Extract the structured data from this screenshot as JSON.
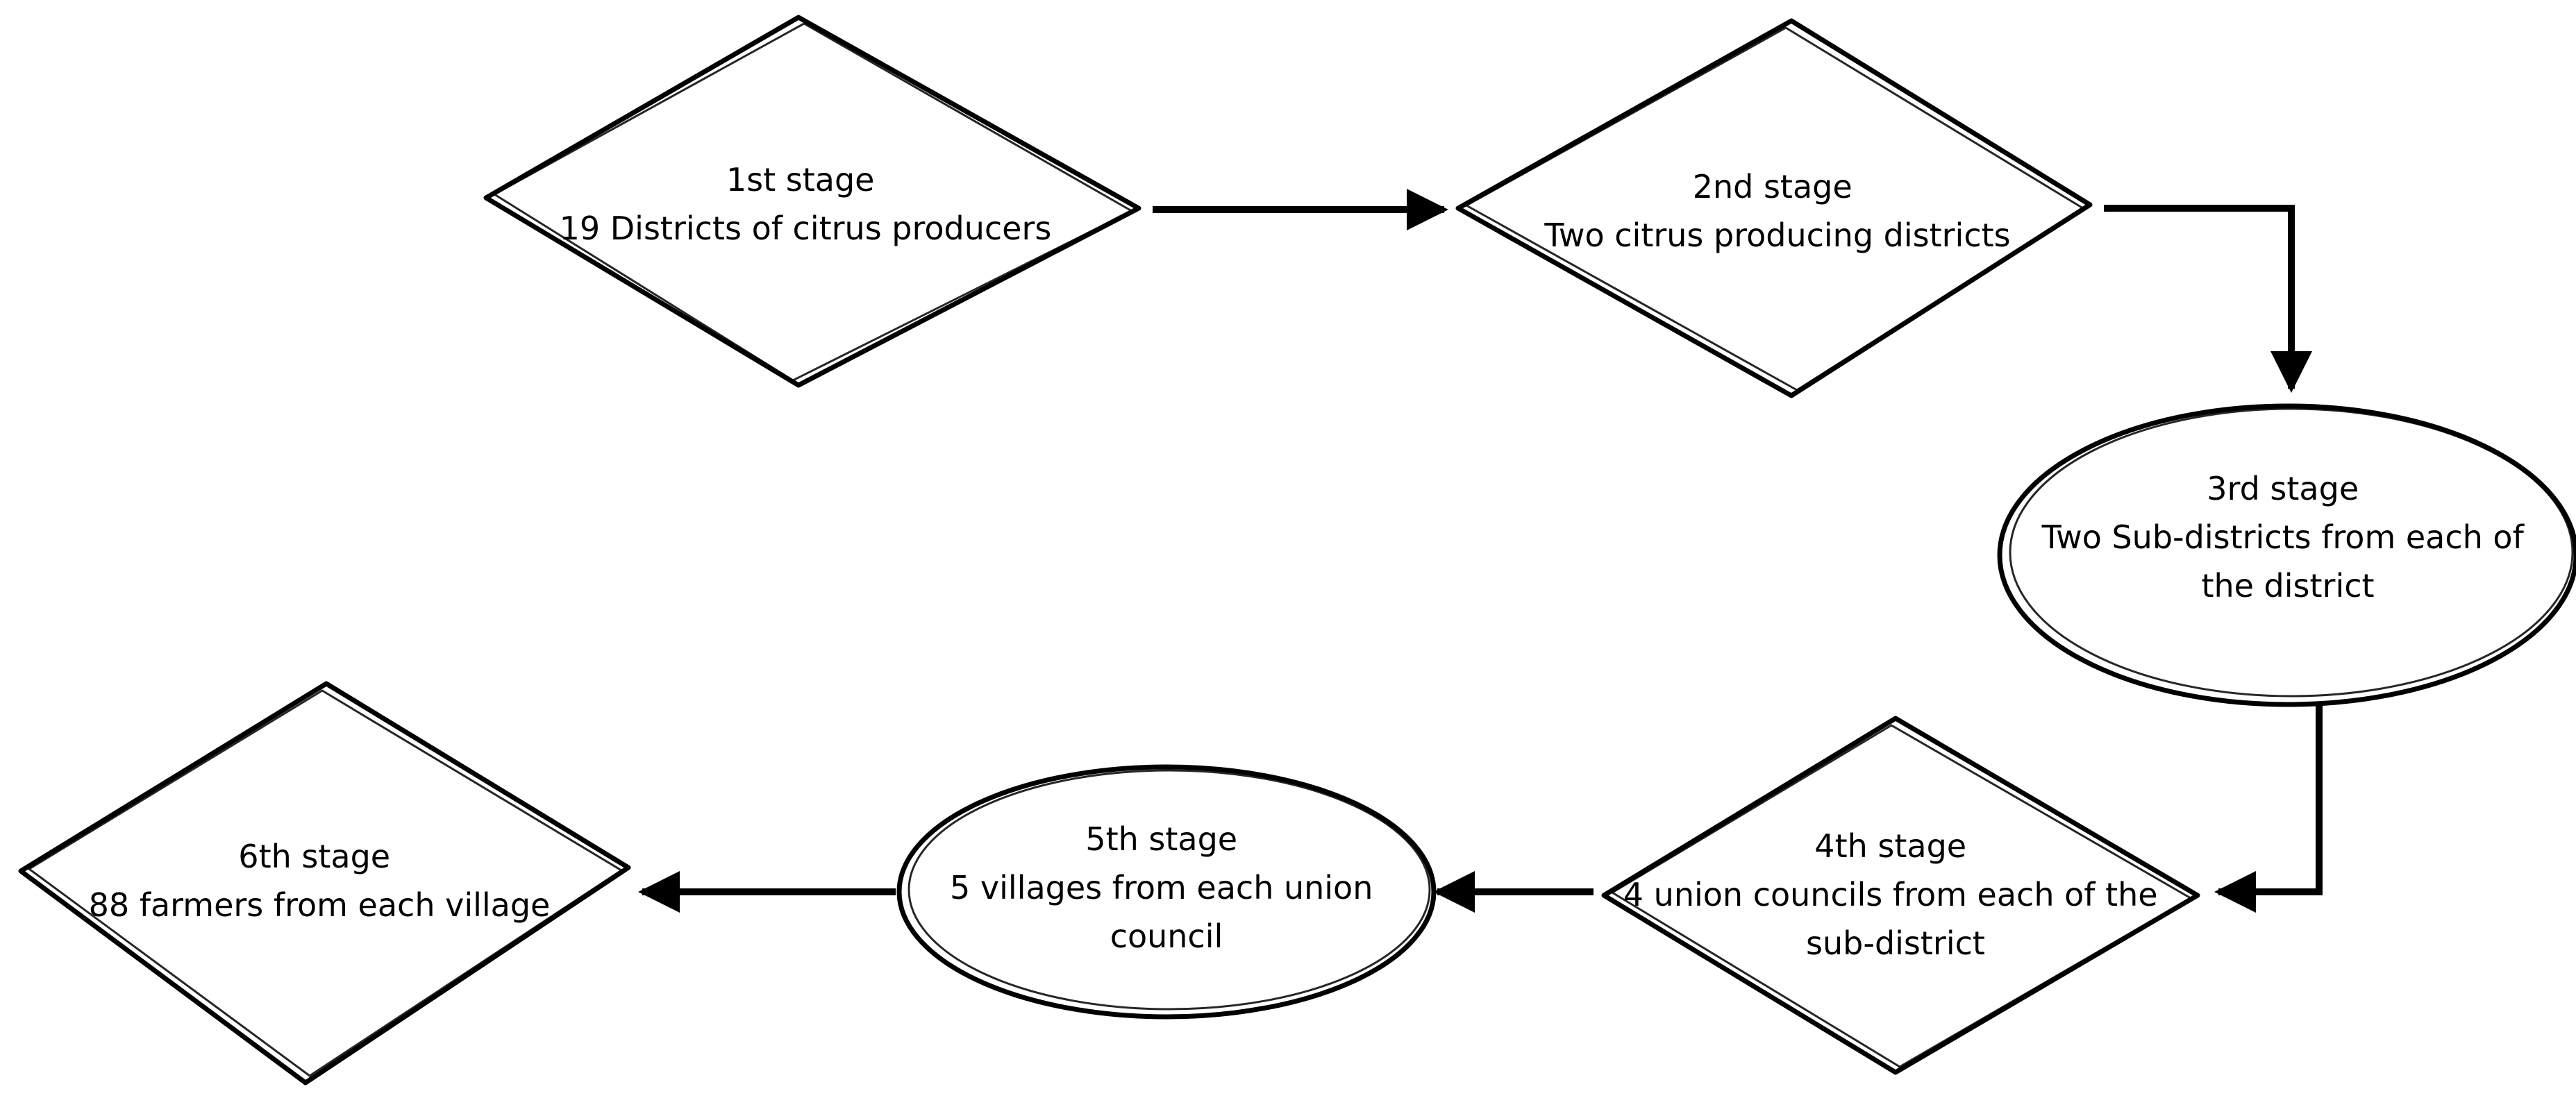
{
  "stages": [
    {
      "id": "stage-1",
      "shape": "diamond",
      "lines": [
        "1st stage",
        "19 Districts of citrus producers"
      ]
    },
    {
      "id": "stage-2",
      "shape": "diamond",
      "lines": [
        "2nd stage",
        "Two citrus producing districts"
      ]
    },
    {
      "id": "stage-3",
      "shape": "ellipse",
      "lines": [
        "3rd stage",
        "Two Sub-districts from each of",
        "the district"
      ]
    },
    {
      "id": "stage-4",
      "shape": "diamond",
      "lines": [
        "4th stage",
        "4 union councils from each of the",
        "sub-district"
      ]
    },
    {
      "id": "stage-5",
      "shape": "ellipse",
      "lines": [
        "5th stage",
        "5 villages from each union",
        "council"
      ]
    },
    {
      "id": "stage-6",
      "shape": "diamond",
      "lines": [
        "6th stage",
        "88 farmers from each village"
      ]
    }
  ],
  "connectors": [
    {
      "from": "stage-1",
      "to": "stage-2"
    },
    {
      "from": "stage-2",
      "to": "stage-3"
    },
    {
      "from": "stage-3",
      "to": "stage-4"
    },
    {
      "from": "stage-4",
      "to": "stage-5"
    },
    {
      "from": "stage-5",
      "to": "stage-6"
    }
  ],
  "colors": {
    "stroke": "#000000",
    "fill": "#ffffff",
    "background": "#ffffff"
  }
}
